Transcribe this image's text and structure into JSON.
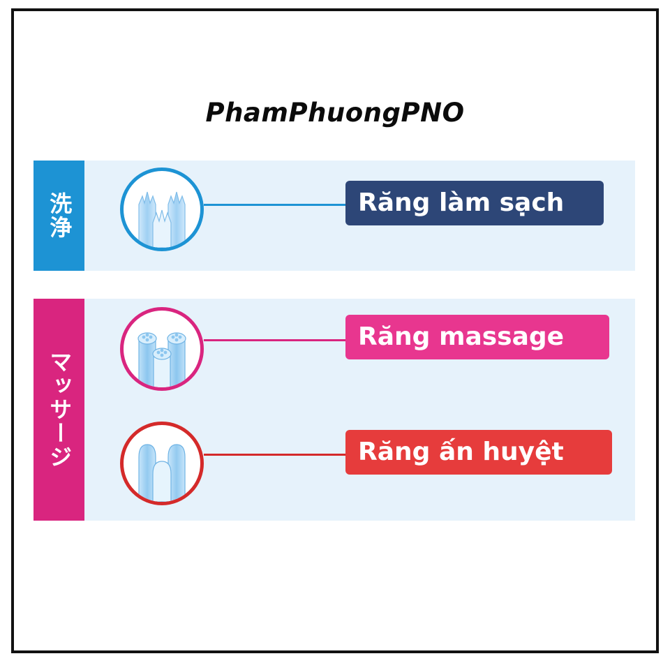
{
  "watermark": "PhamPhuongPNO",
  "groups": [
    {
      "tab_label": "洗浄",
      "tab_color": "#1d93d4",
      "items": [
        {
          "label": "Răng làm sạch",
          "badge_color": "#2d4677",
          "icon": "cleaning-bristles-icon",
          "ring_color": "#1d93d4"
        }
      ]
    },
    {
      "tab_label": "マッサージ",
      "tab_color": "#d9257f",
      "items": [
        {
          "label": "Răng massage",
          "badge_color": "#e8368f",
          "icon": "massage-bristles-icon",
          "ring_color": "#d9257f"
        },
        {
          "label": "Răng ấn huyệt",
          "badge_color": "#e63c3c",
          "icon": "acupressure-bristles-icon",
          "ring_color": "#d42a2a"
        }
      ]
    }
  ]
}
